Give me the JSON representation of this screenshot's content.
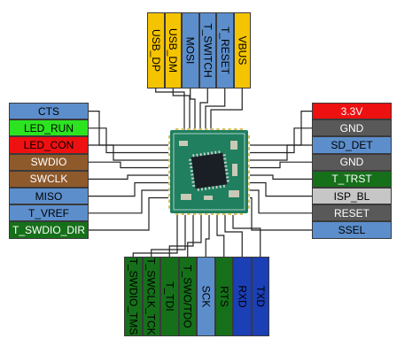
{
  "colors": {
    "yellow": "#f5c400",
    "blue": "#5c8ecb",
    "lime": "#2be41f",
    "red": "#ee1111",
    "brown": "#8e5a2c",
    "dark_green": "#16701a",
    "dark_blue": "#1b3fb5",
    "gray": "#595959",
    "light_gray": "#c6c6c6",
    "wire": "#222222",
    "pcb": "#1f7f5e",
    "chip": "#1a1f25",
    "pad": "#d8c060"
  },
  "top_pins": [
    {
      "label": "USB_DP",
      "color": "yellow",
      "text_color": "#000000"
    },
    {
      "label": "USB_DM",
      "color": "yellow",
      "text_color": "#000000"
    },
    {
      "label": "MOSI",
      "color": "blue",
      "text_color": "#000000"
    },
    {
      "label": "T_SWITCH",
      "color": "blue",
      "text_color": "#000000"
    },
    {
      "label": "T_RESET",
      "color": "blue",
      "text_color": "#000000"
    },
    {
      "label": "VBUS",
      "color": "yellow",
      "text_color": "#000000"
    }
  ],
  "left_pins": [
    {
      "label": "CTS",
      "color": "blue",
      "text_color": "#000000"
    },
    {
      "label": "LED_RUN",
      "color": "lime",
      "text_color": "#000000"
    },
    {
      "label": "LED_CON",
      "color": "red",
      "text_color": "#000000"
    },
    {
      "label": "SWDIO",
      "color": "brown",
      "text_color": "#ffffff"
    },
    {
      "label": "SWCLK",
      "color": "brown",
      "text_color": "#ffffff"
    },
    {
      "label": "MISO",
      "color": "blue",
      "text_color": "#000000"
    },
    {
      "label": "T_VREF",
      "color": "blue",
      "text_color": "#000000"
    },
    {
      "label": "T_SWDIO_DIR",
      "color": "dark_green",
      "text_color": "#ffffff"
    }
  ],
  "right_pins": [
    {
      "label": "3.3V",
      "color": "red",
      "text_color": "#ffffff"
    },
    {
      "label": "GND",
      "color": "gray",
      "text_color": "#ffffff"
    },
    {
      "label": "SD_DET",
      "color": "blue",
      "text_color": "#000000"
    },
    {
      "label": "GND",
      "color": "gray",
      "text_color": "#ffffff"
    },
    {
      "label": "T_TRST",
      "color": "dark_green",
      "text_color": "#ffffff"
    },
    {
      "label": "ISP_BL",
      "color": "light_gray",
      "text_color": "#000000"
    },
    {
      "label": "RESET",
      "color": "gray",
      "text_color": "#ffffff"
    },
    {
      "label": "SSEL",
      "color": "blue",
      "text_color": "#000000"
    }
  ],
  "bottom_pins": [
    {
      "label": "T_SWDIO_TMS",
      "color": "dark_green",
      "text_color": "#000000"
    },
    {
      "label": "T_SWCLK_TCK",
      "color": "dark_green",
      "text_color": "#000000"
    },
    {
      "label": "T_TDI",
      "color": "dark_green",
      "text_color": "#000000"
    },
    {
      "label": "T_SWO/TDO",
      "color": "dark_green",
      "text_color": "#000000"
    },
    {
      "label": "SCK",
      "color": "blue",
      "text_color": "#000000"
    },
    {
      "label": "RTS",
      "color": "dark_green",
      "text_color": "#000000"
    },
    {
      "label": "RXD",
      "color": "dark_blue",
      "text_color": "#000000"
    },
    {
      "label": "TXD",
      "color": "dark_blue",
      "text_color": "#000000"
    }
  ]
}
